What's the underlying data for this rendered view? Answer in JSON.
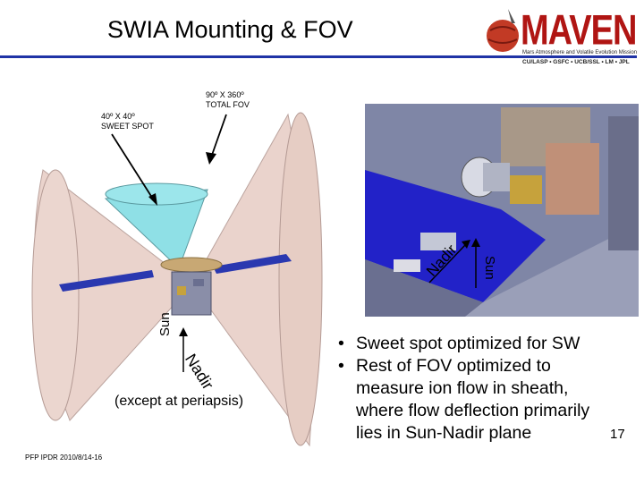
{
  "slide": {
    "title": "SWIA Mounting & FOV",
    "logo_text": "MAVEN",
    "logo_tagline": "Mars Atmosphere and Volatile Evolution Mission",
    "logo_orgs": "CU/LASP • GSFC • UCB/SSL • LM • JPL",
    "label_sweet_spot_line1": "40º X 40º",
    "label_sweet_spot_line2": "SWEET SPOT",
    "label_total_fov_line1": "90º X 360º",
    "label_total_fov_line2": "TOTAL FOV",
    "left_sun": "Sun",
    "left_nadir": "Nadir",
    "right_sun": "Sun",
    "right_nadir": "Nadir",
    "caption": "(except at periapsis)",
    "bullets": [
      "Sweet spot optimized for SW",
      "Rest of FOV optimized to"
    ],
    "bullet2_cont": [
      "measure ion flow in sheath,",
      "where flow deflection primarily",
      "lies in Sun-Nadir plane"
    ],
    "bullet_glyph": "•",
    "footer": "PFP IPDR 2010/8/14-16",
    "page_number": "17"
  },
  "colors": {
    "title_rule": "#1f33a6",
    "logo_red": "#b01513",
    "cone_fill": "#e8cfc7",
    "sweet_spot_fill": "#8fe0e6",
    "solar_panel": "#2a38b0",
    "spacecraft_grey": "#8a8ea8",
    "deck_blue": "#2222c8"
  }
}
